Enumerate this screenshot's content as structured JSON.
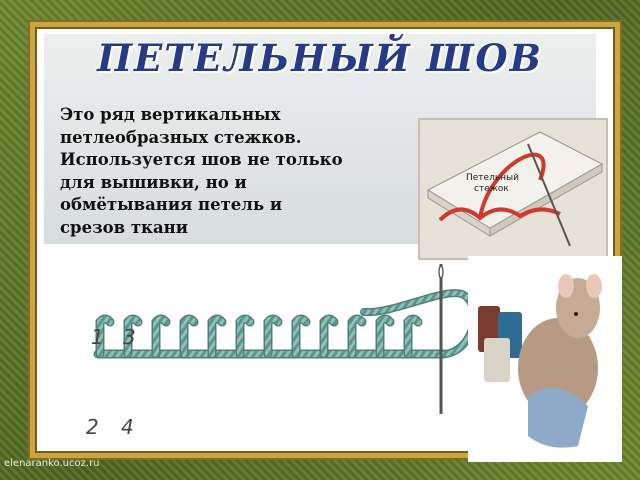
{
  "slide": {
    "title": "ПЕТЕЛЬНЫЙ ШОВ",
    "description": "Это ряд вертикальных\nпетлеобразных стежков.\nИспользуется шов не только\nдля вышивки, но и\nобмётывания  петель и\nсрезов ткани"
  },
  "illustration": {
    "label_line1": "Петельный",
    "label_line2": "стежок"
  },
  "diagram": {
    "n1": "1",
    "n3": "3",
    "n2": "2",
    "n4": "4"
  },
  "footer": {
    "watermark": "elenaranko.ucoz.ru"
  },
  "colors": {
    "frame_green": "#5f7a2a",
    "gold": "#c9a544",
    "title_blue": "#263a87",
    "thread_teal": "#6fa6a0",
    "thread_red": "#d0392b"
  }
}
